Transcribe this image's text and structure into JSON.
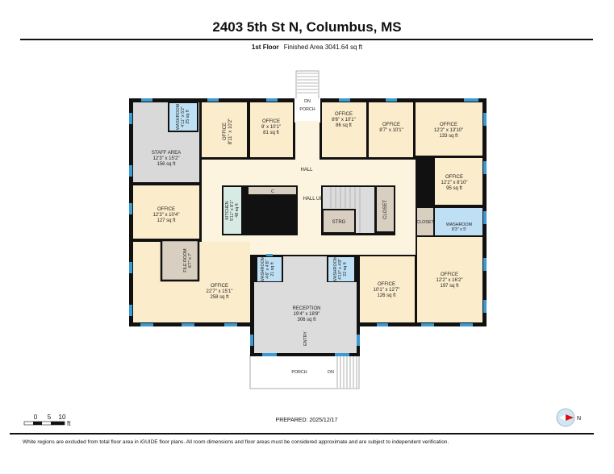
{
  "header": {
    "title": "2403 5th St N, Columbus, MS",
    "floor": "1st Floor",
    "finished_area": "Finished Area 3041.64 sq ft"
  },
  "rooms": {
    "staff_area": {
      "name": "STAFF AREA",
      "dims": "12'3\" x 15'2\"",
      "area": "156 sq ft"
    },
    "washroom_nw": {
      "name": "WASHROOM",
      "dims": "4'11\" x 5'2\"",
      "area": "25 sq ft"
    },
    "office_a": {
      "name": "OFFICE",
      "dims": "8'11\" x 10'2\""
    },
    "office_b": {
      "name": "OFFICE",
      "dims": "8' x 10'1\"",
      "area": "81 sq ft"
    },
    "porch_top": {
      "name": "PORCH",
      "dn": "DN"
    },
    "office_c": {
      "name": "OFFICE",
      "dims": "8'6\" x 10'1\"",
      "area": "86 sq ft"
    },
    "office_d": {
      "name": "OFFICE",
      "dims": "8'7\" x 10'1\""
    },
    "office_e": {
      "name": "OFFICE",
      "dims": "12'2\" x 13'10\"",
      "area": "133 sq ft"
    },
    "office_f": {
      "name": "OFFICE",
      "dims": "12'2\" x 8'10\"",
      "area": "95 sq ft"
    },
    "hall": {
      "name": "HALL"
    },
    "hall_up": {
      "name": "HALL UP"
    },
    "closet_c": {
      "name": "C"
    },
    "office_g": {
      "name": "OFFICE",
      "dims": "12'3\" x 10'4\"",
      "area": "127 sq ft"
    },
    "kitchen": {
      "name": "KITCHEN",
      "dims": "5'11\" x 8'1\"",
      "area": "48 sq ft"
    },
    "strg": {
      "name": "STRG"
    },
    "closet_mid": {
      "name": "CLOSET"
    },
    "closet_e": {
      "name": "CLOSET"
    },
    "washroom_e": {
      "name": "WASHROOM",
      "dims": "8'3\" x 5'"
    },
    "file_room": {
      "name": "FILE ROOM",
      "dims": "6'7\" x 7'"
    },
    "office_h": {
      "name": "OFFICE",
      "dims": "22'7\" x 15'1\"",
      "area": "258 sq ft"
    },
    "washroom_s1": {
      "name": "WASHROOM",
      "dims": "4'6\" x 4'8\"",
      "area": "21 sq ft"
    },
    "washroom_s2": {
      "name": "WASHROOM",
      "dims": "4'10\" x 4'8\"",
      "area": "22 sq ft"
    },
    "reception": {
      "name": "RECEPTION",
      "dims": "19'4\" x 18'8\"",
      "area": "306 sq ft"
    },
    "entry": {
      "name": "ENTRY"
    },
    "office_i": {
      "name": "OFFICE",
      "dims": "10'1\" x 12'7\"",
      "area": "126 sq ft"
    },
    "office_j": {
      "name": "OFFICE",
      "dims": "12'2\" x 16'2\"",
      "area": "197 sq ft"
    },
    "porch_bottom": {
      "name": "PORCH",
      "dn": "DN"
    }
  },
  "scale": {
    "ticks": [
      "0",
      "5",
      "10"
    ],
    "unit": "ft"
  },
  "prepared": "PREPARED: 2025/12/17",
  "compass": {
    "icon": "north-arrow-icon",
    "label": "N"
  },
  "disclaimer": "White regions are excluded from total floor area in iGUIDE floor plans. All room dimensions and floor areas must be considered approximate and are subject to independent verification.",
  "colors": {
    "office": "#fbeccb",
    "hall": "#fcf4de",
    "staff": "#d9d9d9",
    "washroom": "#bfe0f4",
    "closet": "#d9cfc1",
    "wall": "#111111",
    "window": "#3d9ad1"
  }
}
